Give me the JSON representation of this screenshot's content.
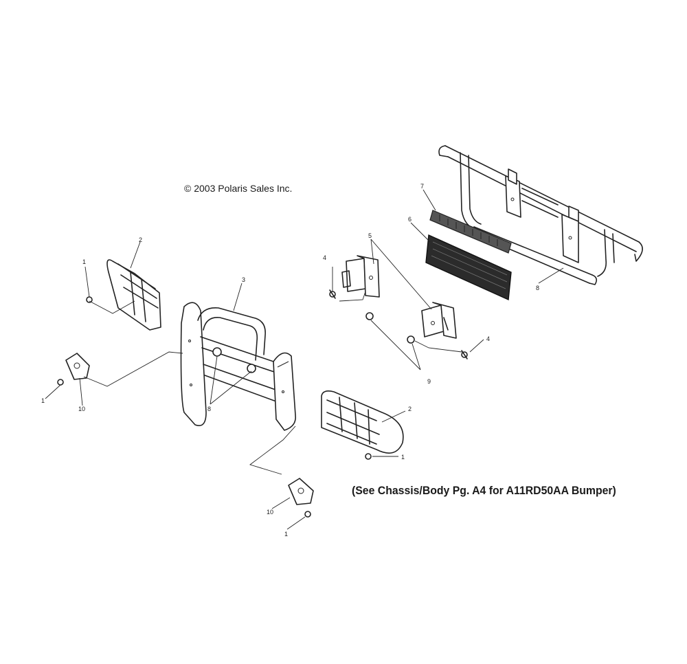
{
  "copyright": "© 2003 Polaris Sales Inc.",
  "note": "(See Chassis/Body Pg. A4 for A11RD50AA Bumper)",
  "callouts": [
    "1",
    "1",
    "1",
    "1",
    "2",
    "2",
    "3",
    "4",
    "4",
    "5",
    "6",
    "7",
    "8",
    "8",
    "9",
    "10",
    "10"
  ]
}
